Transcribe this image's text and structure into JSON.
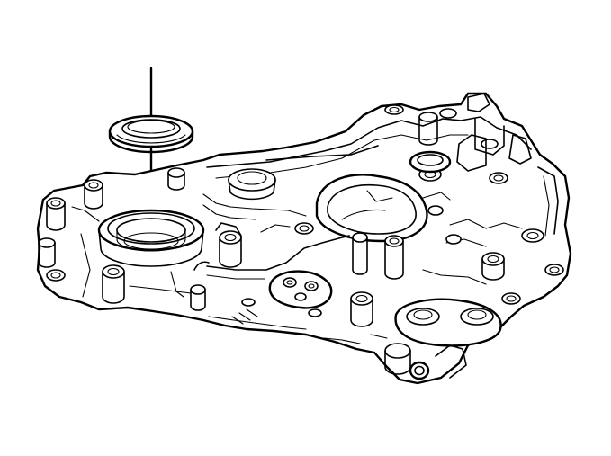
{
  "figure": {
    "labels": [],
    "colors": {
      "line": "#000000",
      "background": "#ffffff"
    },
    "parts": [
      {
        "name": "seal",
        "visible": true
      },
      {
        "name": "cover",
        "visible": true
      },
      {
        "name": "seal-bore",
        "visible": true
      },
      {
        "name": "install-guide-line",
        "visible": true
      }
    ]
  }
}
